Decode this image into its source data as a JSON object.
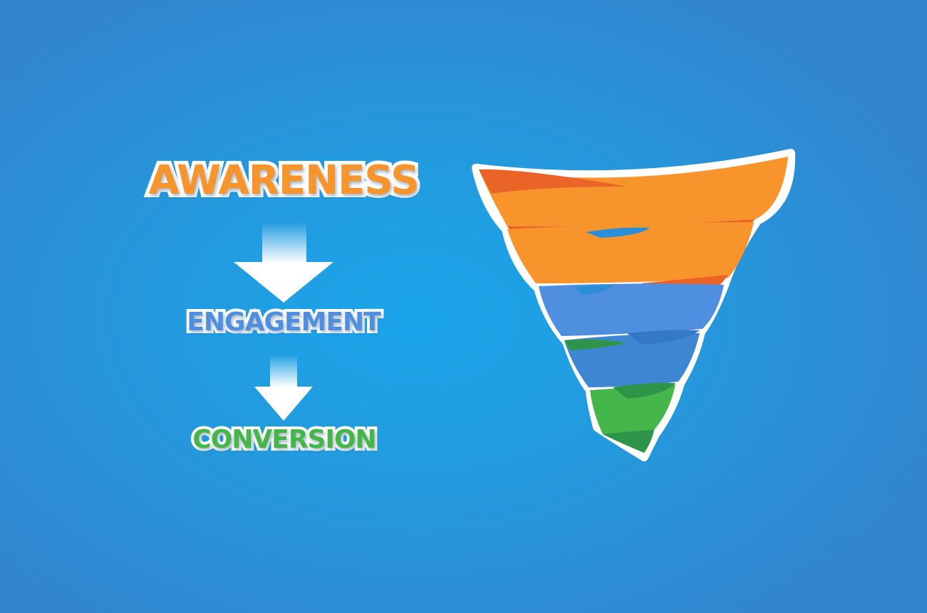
{
  "stages": [
    {
      "label": "AWARENESS",
      "color": "#f7942b",
      "shade": "#ea6427"
    },
    {
      "label": "ENGAGEMENT",
      "color": "#4f8fdf",
      "shade": "#3478c8"
    },
    {
      "label": "CONVERSION",
      "color": "#45b649",
      "shade": "#2e944a"
    }
  ],
  "icons": {
    "flow_arrow": "down-arrow-icon",
    "funnel": "funnel-icon"
  }
}
